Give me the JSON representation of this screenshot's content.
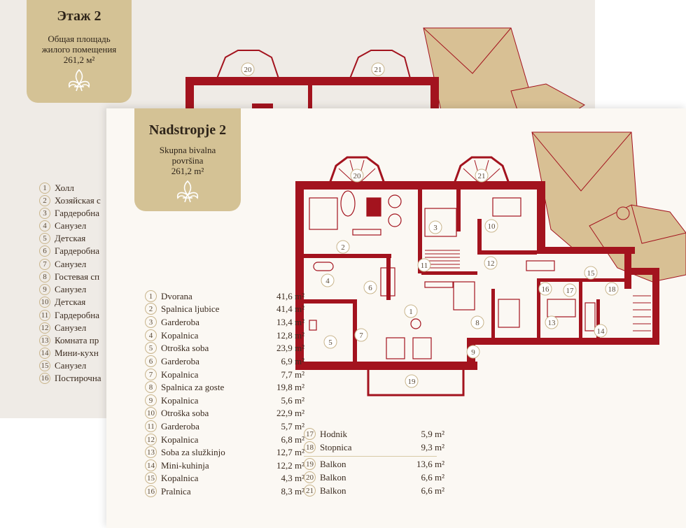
{
  "back": {
    "title": "Этаж 2",
    "subtitle_lines": [
      "Общая площадь",
      "жилого помещения",
      "261,2 м²"
    ],
    "fleur_icon": "fleur-de-lis-icon",
    "rooms": [
      {
        "n": "1",
        "label": "Холл"
      },
      {
        "n": "2",
        "label": "Хозяйская с"
      },
      {
        "n": "3",
        "label": "Гардеробна"
      },
      {
        "n": "4",
        "label": "Санузел"
      },
      {
        "n": "5",
        "label": "Детская"
      },
      {
        "n": "6",
        "label": "Гардеробна"
      },
      {
        "n": "7",
        "label": "Санузел"
      },
      {
        "n": "8",
        "label": "Гостевая сп"
      },
      {
        "n": "9",
        "label": "Санузел"
      },
      {
        "n": "10",
        "label": "Детская"
      },
      {
        "n": "11",
        "label": "Гардеробна"
      },
      {
        "n": "12",
        "label": "Санузел"
      },
      {
        "n": "13",
        "label": "Комната пр"
      },
      {
        "n": "14",
        "label": "Мини-кухн"
      },
      {
        "n": "15",
        "label": "Санузел"
      },
      {
        "n": "16",
        "label": "Постирочна"
      }
    ],
    "plan_labels": [
      "20",
      "21"
    ]
  },
  "front": {
    "title": "Nadstropje 2",
    "subtitle_lines": [
      "Skupna bivalna",
      "površina",
      "261,2 m²"
    ],
    "fleur_icon": "fleur-de-lis-icon",
    "rooms_left": [
      {
        "n": "1",
        "label": "Dvorana",
        "area": "41,6 m²"
      },
      {
        "n": "2",
        "label": "Spalnica ljubice",
        "area": "41,4 m²"
      },
      {
        "n": "3",
        "label": "Garderoba",
        "area": "13,4 m²"
      },
      {
        "n": "4",
        "label": "Kopalnica",
        "area": "12,8 m²"
      },
      {
        "n": "5",
        "label": "Otroška soba",
        "area": "23,9 m²"
      },
      {
        "n": "6",
        "label": "Garderoba",
        "area": "6,9 m²"
      },
      {
        "n": "7",
        "label": "Kopalnica",
        "area": "7,7 m²"
      },
      {
        "n": "8",
        "label": "Spalnica za goste",
        "area": "19,8 m²"
      },
      {
        "n": "9",
        "label": "Kopalnica",
        "area": "5,6 m²"
      },
      {
        "n": "10",
        "label": "Otroška soba",
        "area": "22,9 m²"
      },
      {
        "n": "11",
        "label": "Garderoba",
        "area": "5,7 m²"
      },
      {
        "n": "12",
        "label": "Kopalnica",
        "area": "6,8 m²"
      },
      {
        "n": "13",
        "label": "Soba za služkinjo",
        "area": "12,7 m²"
      },
      {
        "n": "14",
        "label": "Mini-kuhinja",
        "area": "12,2 m²"
      },
      {
        "n": "15",
        "label": "Kopalnica",
        "area": "4,3 m²"
      },
      {
        "n": "16",
        "label": "Pralnica",
        "area": "8,3 m²"
      }
    ],
    "rooms_right_a": [
      {
        "n": "17",
        "label": "Hodnik",
        "area": "5,9 m²"
      },
      {
        "n": "18",
        "label": "Stopnica",
        "area": "9,3 m²"
      }
    ],
    "rooms_right_b": [
      {
        "n": "19",
        "label": "Balkon",
        "area": "13,6 m²"
      },
      {
        "n": "20",
        "label": "Balkon",
        "area": "6,6 m²"
      },
      {
        "n": "21",
        "label": "Balkon",
        "area": "6,6 m²"
      }
    ],
    "plan_labels": [
      "1",
      "2",
      "3",
      "4",
      "5",
      "6",
      "7",
      "8",
      "9",
      "10",
      "11",
      "12",
      "13",
      "14",
      "15",
      "16",
      "17",
      "18",
      "19",
      "20",
      "21"
    ]
  },
  "colors": {
    "wall": "#a3131e",
    "roof": "#d8c094",
    "badge": "#d4c295",
    "accent_line": "#c9b58c"
  }
}
